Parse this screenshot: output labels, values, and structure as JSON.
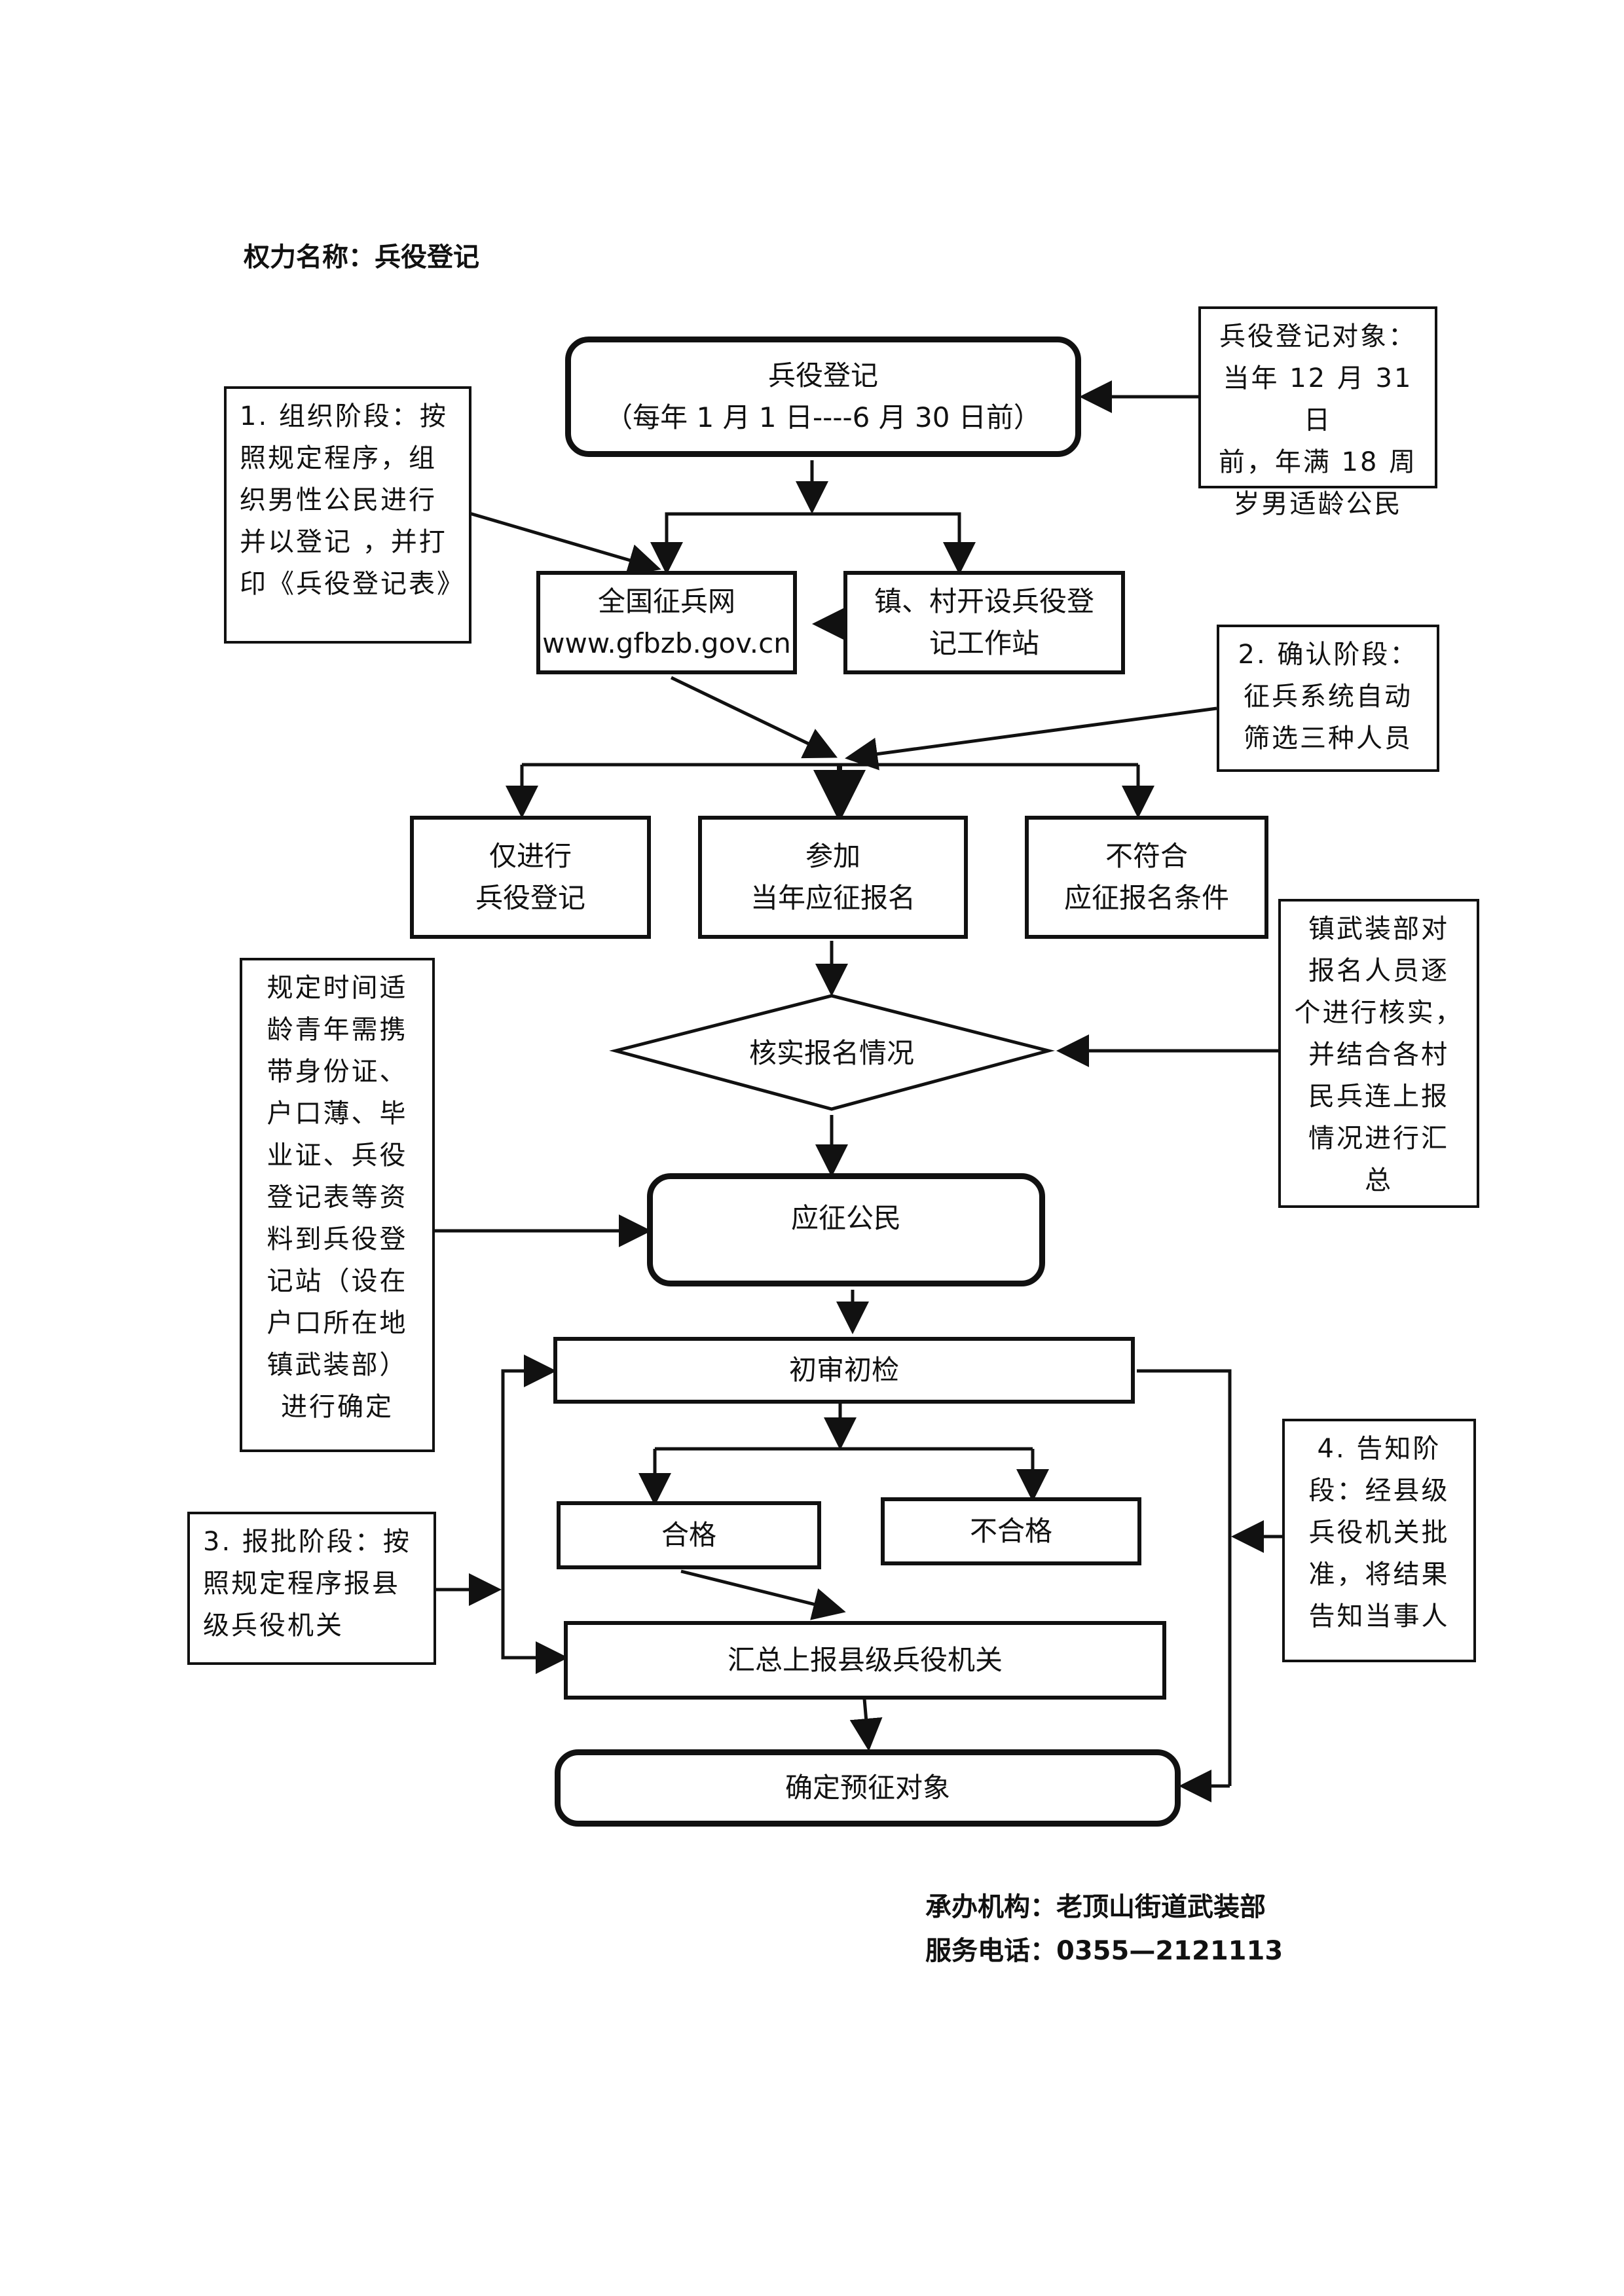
{
  "header": {
    "title": "权力名称：兵役登记"
  },
  "flow": {
    "start": {
      "title": "兵役登记",
      "subtitle": "（每年 1 月 1 日----6 月 30 日前）"
    },
    "website": {
      "line1": "全国征兵网",
      "line2": "www.gfbzb.gov.cn"
    },
    "station": {
      "line1": "镇、村开设兵役登",
      "line2": "记工作站"
    },
    "only_register": {
      "line1": "仅进行",
      "line2": "兵役登记"
    },
    "apply": {
      "line1": "参加",
      "line2": "当年应征报名"
    },
    "not_qualified": {
      "line1": "不符合",
      "line2": "应征报名条件"
    },
    "verify": "核实报名情况",
    "citizen": "应征公民",
    "initial_check": "初审初检",
    "pass": "合格",
    "fail": "不合格",
    "report": "汇总上报县级兵役机关",
    "confirm": "确定预征对象"
  },
  "notes": {
    "target": [
      "兵役登记对象：",
      "当年 12 月 31 日",
      "前，年满 18 周",
      "岁男适龄公民"
    ],
    "stage1": [
      "1. 组织阶段：按",
      "照规定程序，组",
      "织男性公民进行",
      "并以登记 ，并打",
      "印《兵役登记表》"
    ],
    "stage2": [
      "2. 确认阶段：",
      "征兵系统自动",
      "筛选三种人员"
    ],
    "town_verify": [
      "镇武装部对",
      "报名人员逐",
      "个进行核实，",
      "并结合各村",
      "民兵连上报",
      "情况进行汇",
      "总"
    ],
    "documents": [
      "规定时间适",
      "龄青年需携",
      "带身份证、",
      "户口薄、毕",
      "业证、兵役",
      "登记表等资",
      "料到兵役登",
      "记站（设在",
      "户口所在地",
      "镇武装部）",
      "进行确定"
    ],
    "stage3": [
      "3. 报批阶段：按",
      "照规定程序报县",
      "级兵役机关"
    ],
    "stage4": [
      "4. 告知阶",
      "段：经县级",
      "兵役机关批",
      "准，将结果",
      "告知当事人"
    ]
  },
  "footer": {
    "agency": "承办机构：老顶山街道武装部",
    "phone": "服务电话：0355—2121113"
  }
}
